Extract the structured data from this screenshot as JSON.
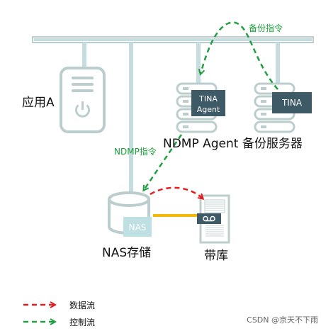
{
  "colors": {
    "network_bus": "#c5dde0",
    "device_outline": "#bccdcd",
    "device_fill": "#ffffff",
    "badge_dark": "#3e5a66",
    "badge_light": "#bfe0e2",
    "data_flow": "#e02020",
    "control_flow": "#20a040",
    "link_yellow": "#f5b800",
    "label_green": "#1aa03a"
  },
  "labels": {
    "app_server": "应用A",
    "ndmp_server": "NDMP Agent 备份服务器",
    "nas": "NAS存储",
    "tape": "带库",
    "backup_command": "备份指令",
    "ndmp_command": "NDMP指令",
    "tina_agent_line1": "TINA",
    "tina_agent_line2": "Agent",
    "tina": "TINA",
    "nas_badge": "NAS"
  },
  "legend": [
    {
      "label": "数据流",
      "color_key": "data_flow"
    },
    {
      "label": "控制流",
      "color_key": "control_flow"
    }
  ],
  "watermark": "CSDN @京天不下雨"
}
